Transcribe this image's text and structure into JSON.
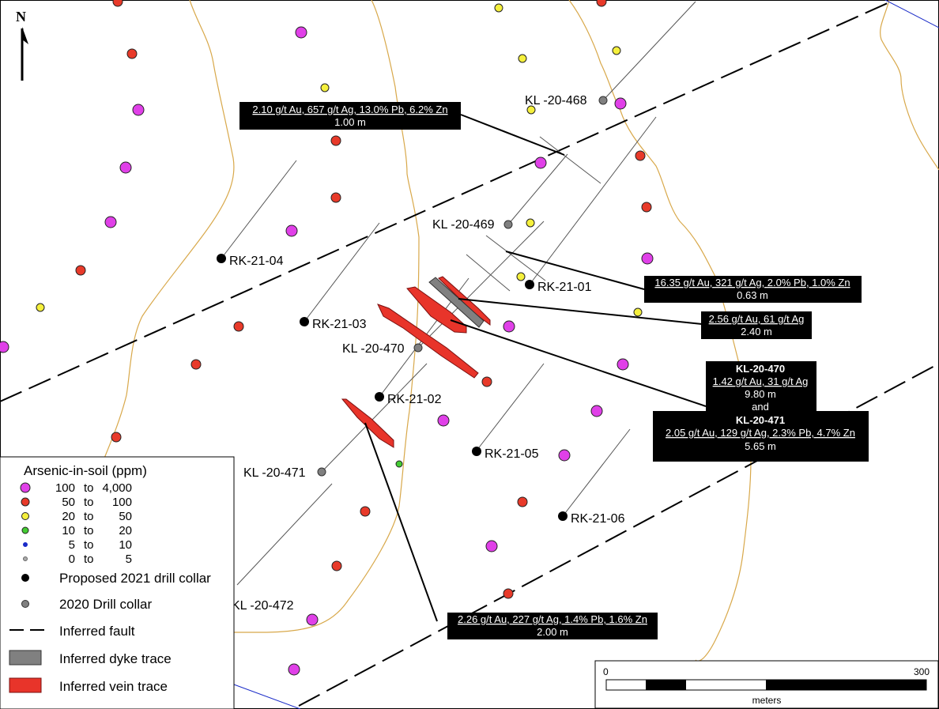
{
  "north_arrow": {
    "label": "N",
    "icon": "north-arrow-icon"
  },
  "colors": {
    "soil_100_4000": "#e040e8",
    "soil_50_100": "#e83a2a",
    "soil_20_50": "#f5f03c",
    "soil_10_20": "#44cc33",
    "soil_5_10": "#1a2bc8",
    "soil_0_5": "#aaaaaa",
    "contour": "#d8a84a",
    "vein": "#e8342a",
    "dyke": "#808080",
    "boundary": "#1a2bc8"
  },
  "drill_collars_2020": [
    {
      "id": "KL -20-468"
    },
    {
      "id": "KL -20-469"
    },
    {
      "id": "KL -20-470"
    },
    {
      "id": "KL -20-471"
    },
    {
      "id": "KL -20-472"
    }
  ],
  "drill_collars_2021": [
    {
      "id": "RK-21-01"
    },
    {
      "id": "RK-21-02"
    },
    {
      "id": "RK-21-03"
    },
    {
      "id": "RK-21-04"
    },
    {
      "id": "RK-21-05"
    },
    {
      "id": "RK-21-06"
    }
  ],
  "assays": {
    "a468": {
      "line1": "2.10 g/t Au, 657 g/t Ag, 13.0% Pb, 6.2% Zn",
      "line2": "1.00 m"
    },
    "a469": {
      "line1": "16.35 g/t Au, 321 g/t Ag, 2.0% Pb, 1.0% Zn",
      "line2": "0.63 m"
    },
    "a469b": {
      "line1": "2.56 g/t Au, 61 g/t Ag",
      "line2": "2.40 m"
    },
    "a470": {
      "title1": "KL-20-470",
      "line1": "1.42 g/t Au, 31 g/t Ag",
      "line2": "9.80 m",
      "and": "and",
      "title2": "KL-20-471",
      "line3": "2.05 g/t Au, 129 g/t Ag, 2.3% Pb, 4.7% Zn",
      "line4": "5.65 m"
    },
    "a471": {
      "line1": "2.26 g/t Au, 227 g/t Ag, 1.4% Pb, 1.6% Zn",
      "line2": "2.00 m"
    }
  },
  "legend": {
    "title": "Arsenic-in-soil (ppm)",
    "soil_classes": [
      {
        "lo": "100",
        "to": "to",
        "hi": "4,000"
      },
      {
        "lo": "50",
        "to": "to",
        "hi": "100"
      },
      {
        "lo": "20",
        "to": "to",
        "hi": "50"
      },
      {
        "lo": "10",
        "to": "to",
        "hi": "20"
      },
      {
        "lo": "5",
        "to": "to",
        "hi": "10"
      },
      {
        "lo": "0",
        "to": "to",
        "hi": "5"
      }
    ],
    "proposed_collar": "Proposed 2021 drill collar",
    "collar_2020": "2020 Drill collar",
    "fault": "Inferred fault",
    "dyke": "Inferred dyke trace",
    "vein": "Inferred vein trace"
  },
  "scale_bar": {
    "min": "0",
    "max": "300",
    "unit": "meters"
  }
}
